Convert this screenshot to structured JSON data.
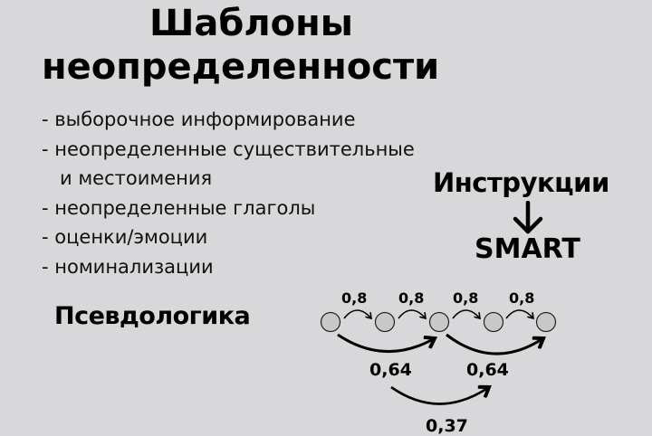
{
  "title": {
    "line1": "Шаблоны",
    "line2": "неопределенности"
  },
  "list": {
    "items": [
      "- выборочное информирование",
      "- неопределенные существительные",
      "и местоимения",
      "- неопределенные глаголы",
      "- оценки/эмоции",
      "- номинализации"
    ]
  },
  "instructions": {
    "label": "Инструкции",
    "arrow_icon": "arrow-down-icon",
    "target": "SMART"
  },
  "pseudologic": {
    "label": "Псевдологика",
    "diagram": {
      "nodes": 5,
      "node_fill": "#c8c8c8",
      "step_labels": [
        "0,8",
        "0,8",
        "0,8",
        "0,8"
      ],
      "two_step_labels": [
        "0,64",
        "0,64"
      ],
      "four_step_label": "0,37"
    }
  },
  "colors": {
    "background": "#d8d8da",
    "text": "#000000"
  }
}
